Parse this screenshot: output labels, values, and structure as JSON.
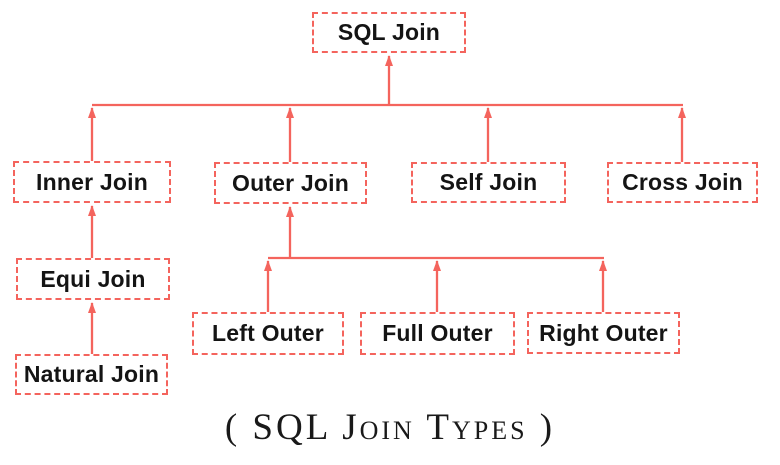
{
  "diagram": {
    "caption": "( SQL Join Types )",
    "nodes": [
      {
        "id": "sql-join",
        "label": "SQL Join"
      },
      {
        "id": "inner-join",
        "label": "Inner Join"
      },
      {
        "id": "outer-join",
        "label": "Outer Join"
      },
      {
        "id": "self-join",
        "label": "Self Join"
      },
      {
        "id": "cross-join",
        "label": "Cross Join"
      },
      {
        "id": "equi-join",
        "label": "Equi Join"
      },
      {
        "id": "natural-join",
        "label": "Natural Join"
      },
      {
        "id": "left-outer",
        "label": "Left Outer"
      },
      {
        "id": "full-outer",
        "label": "Full Outer"
      },
      {
        "id": "right-outer",
        "label": "Right Outer"
      }
    ],
    "edges": [
      {
        "from": "inner-join",
        "to": "sql-join"
      },
      {
        "from": "outer-join",
        "to": "sql-join"
      },
      {
        "from": "self-join",
        "to": "sql-join"
      },
      {
        "from": "cross-join",
        "to": "sql-join"
      },
      {
        "from": "equi-join",
        "to": "inner-join"
      },
      {
        "from": "natural-join",
        "to": "equi-join"
      },
      {
        "from": "left-outer",
        "to": "outer-join"
      },
      {
        "from": "full-outer",
        "to": "outer-join"
      },
      {
        "from": "right-outer",
        "to": "outer-join"
      }
    ],
    "colors": {
      "accent": "#f4645d",
      "text": "#141414",
      "background": "#ffffff"
    },
    "arrow_direction": "child-to-parent-upward"
  }
}
